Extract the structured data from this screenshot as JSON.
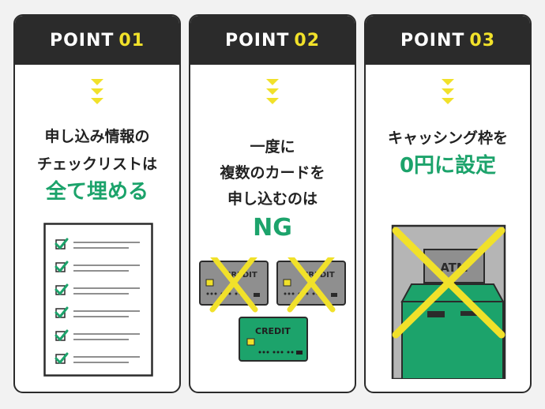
{
  "colors": {
    "dark": "#2b2b2b",
    "yellow": "#f1e12a",
    "green": "#1ca36b",
    "gray": "#8f8f8f"
  },
  "points": [
    {
      "label": "POINT",
      "number": "01",
      "lines": [
        "申し込み情報の",
        "チェックリストは"
      ],
      "highlight": "全て埋める",
      "illustration": "checklist-icon"
    },
    {
      "label": "POINT",
      "number": "02",
      "lines": [
        "一度に",
        "複数のカードを",
        "申し込むのは"
      ],
      "highlight": "NG",
      "illustration": "credit-cards-icon",
      "card_text": "CREDIT"
    },
    {
      "label": "POINT",
      "number": "03",
      "lines": [
        "キャッシング枠を"
      ],
      "highlight": "0円に設定",
      "illustration": "atm-icon",
      "atm_text": "ATM"
    }
  ]
}
